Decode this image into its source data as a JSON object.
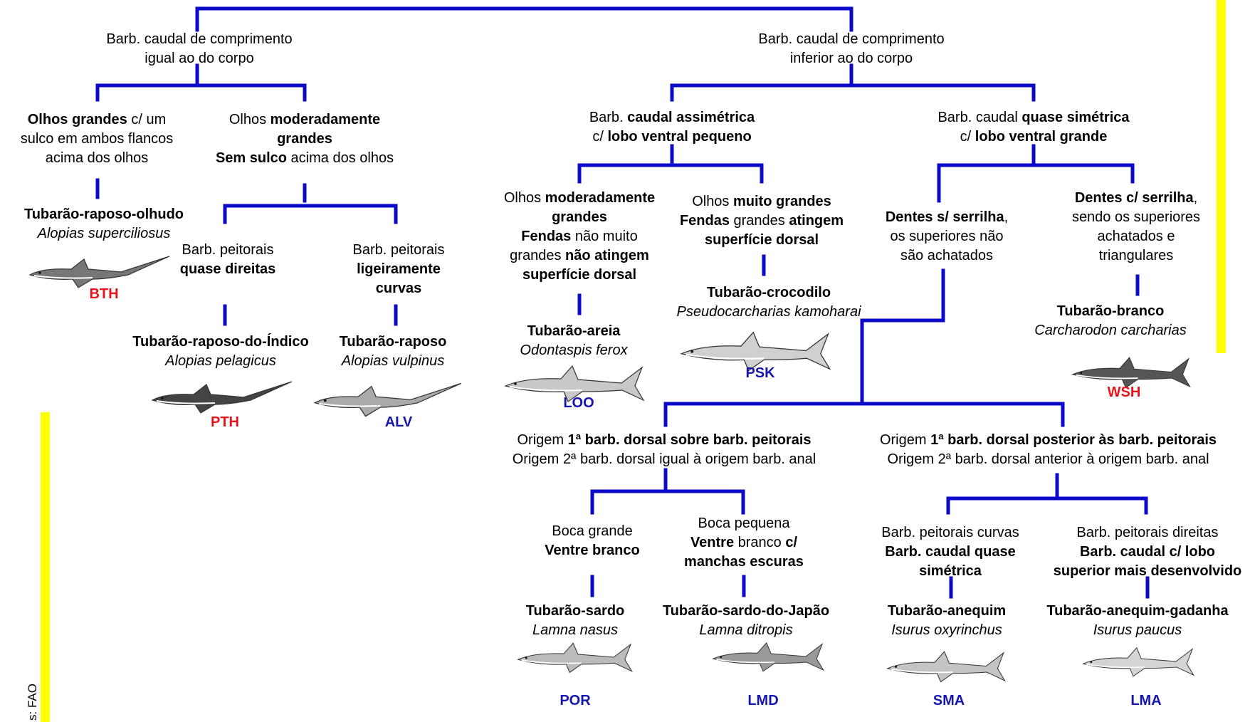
{
  "credit": "s: FAO",
  "colors": {
    "line": "#0a0ac8",
    "common_code": "#1515b0",
    "flagged_code": "#e8141b",
    "bar": "#ffff00"
  },
  "nodes": {
    "caudal_equal": [
      "Barb. caudal de comprimento",
      "igual ao do corpo"
    ],
    "caudal_shorter": [
      "Barb. caudal de comprimento",
      "inferior ao do corpo"
    ],
    "big_eyes": {
      "b1": "Olhos grandes",
      "t1": " c/ um",
      "l2": "sulco em ambos flancos",
      "l3": "acima dos olhos"
    },
    "moderate_eyes": {
      "t1": "Olhos ",
      "b1": "moderadamente",
      "b2": "grandes",
      "b3": "Sem sulco",
      "t3": " acima dos olhos"
    },
    "pect_straight": {
      "l1": "Barb. peitorais",
      "b2": "quase direitas"
    },
    "pect_curved": {
      "l1": "Barb. peitorais",
      "b2": "ligeiramente",
      "b3": "curvas"
    },
    "caudal_asym": {
      "t1": "Barb. ",
      "b1": "caudal assimétrica",
      "t2": "c/ ",
      "b2": "lobo ventral pequeno"
    },
    "caudal_sym": {
      "t1": "Barb. caudal ",
      "b1": "quase simétrica",
      "t2": "c/ ",
      "b2": "lobo ventral grande"
    },
    "eyes_mod": {
      "t1": "Olhos ",
      "b1": "moderadamente",
      "b2": "grandes",
      "b3": "Fendas",
      "t3": " não muito",
      "t4": "grandes ",
      "b4": "não atingem",
      "b5": "superfície dorsal"
    },
    "eyes_big": {
      "t1": "Olhos ",
      "b1": "muito grandes",
      "b2": "Fendas",
      "t2": "  grandes ",
      "b2b": "atingem",
      "b3": "superfície dorsal"
    },
    "teeth_no": {
      "b1": "Dentes s/ serrilha",
      "t1": ",",
      "l2": "os superiores não",
      "l3": "são achatados"
    },
    "teeth_yes": {
      "b1": "Dentes c/ serrilha",
      "t1": ",",
      "l2": "sendo os superiores",
      "l3": "achatados e",
      "l4": "triangulares"
    },
    "dorsal_over": {
      "t1": "Origem ",
      "b1": "1ª barb. dorsal sobre barb. peitorais",
      "l2": "Origem 2ª barb. dorsal igual à origem barb. anal"
    },
    "dorsal_post": {
      "t1": "Origem ",
      "b1": "1ª barb. dorsal posterior às barb. peitorais",
      "l2": "Origem 2ª barb. dorsal anterior à origem barb. anal"
    },
    "mouth_big": {
      "l1": "Boca grande",
      "b2": "Ventre branco"
    },
    "mouth_small": {
      "l1": "Boca pequena",
      "b2": "Ventre",
      "t2": " branco ",
      "b2b": "c/",
      "b3": "manchas escuras"
    },
    "pect_curved2": {
      "l1": "Barb. peitorais curvas",
      "b2": "Barb. caudal quase",
      "b3": "simétrica"
    },
    "pect_straight2": {
      "l1": "Barb. peitorais direitas",
      "b2": "Barb. caudal c/ lobo",
      "b3": "superior mais desenvolvido"
    }
  },
  "species": [
    {
      "common": "Tubarão-raposo-olhudo",
      "scientific": "Alopias superciliosus",
      "code": "BTH",
      "code_color": "red"
    },
    {
      "common": "Tubarão-raposo-do-Índico",
      "scientific": "Alopias pelagicus",
      "code": "PTH",
      "code_color": "red"
    },
    {
      "common": "Tubarão-raposo",
      "scientific": "Alopias vulpinus",
      "code": "ALV",
      "code_color": "blue"
    },
    {
      "common": "Tubarão-areia",
      "scientific": "Odontaspis ferox",
      "code": "LOO",
      "code_color": "blue"
    },
    {
      "common": "Tubarão-crocodilo",
      "scientific": "Pseudocarcharias kamoharai",
      "code": "PSK",
      "code_color": "blue"
    },
    {
      "common": "Tubarão-branco",
      "scientific": "Carcharodon carcharias",
      "code": "WSH",
      "code_color": "red"
    },
    {
      "common": "Tubarão-sardo",
      "scientific": "Lamna nasus",
      "code": "POR",
      "code_color": "blue"
    },
    {
      "common": "Tubarão-sardo-do-Japão",
      "scientific": "Lamna ditropis",
      "code": "LMD",
      "code_color": "blue"
    },
    {
      "common": "Tubarão-anequim",
      "scientific": "Isurus oxyrinchus",
      "code": "SMA",
      "code_color": "blue"
    },
    {
      "common": "Tubarão-anequim-gadanha",
      "scientific": "Isurus paucus",
      "code": "LMA",
      "code_color": "blue"
    }
  ]
}
